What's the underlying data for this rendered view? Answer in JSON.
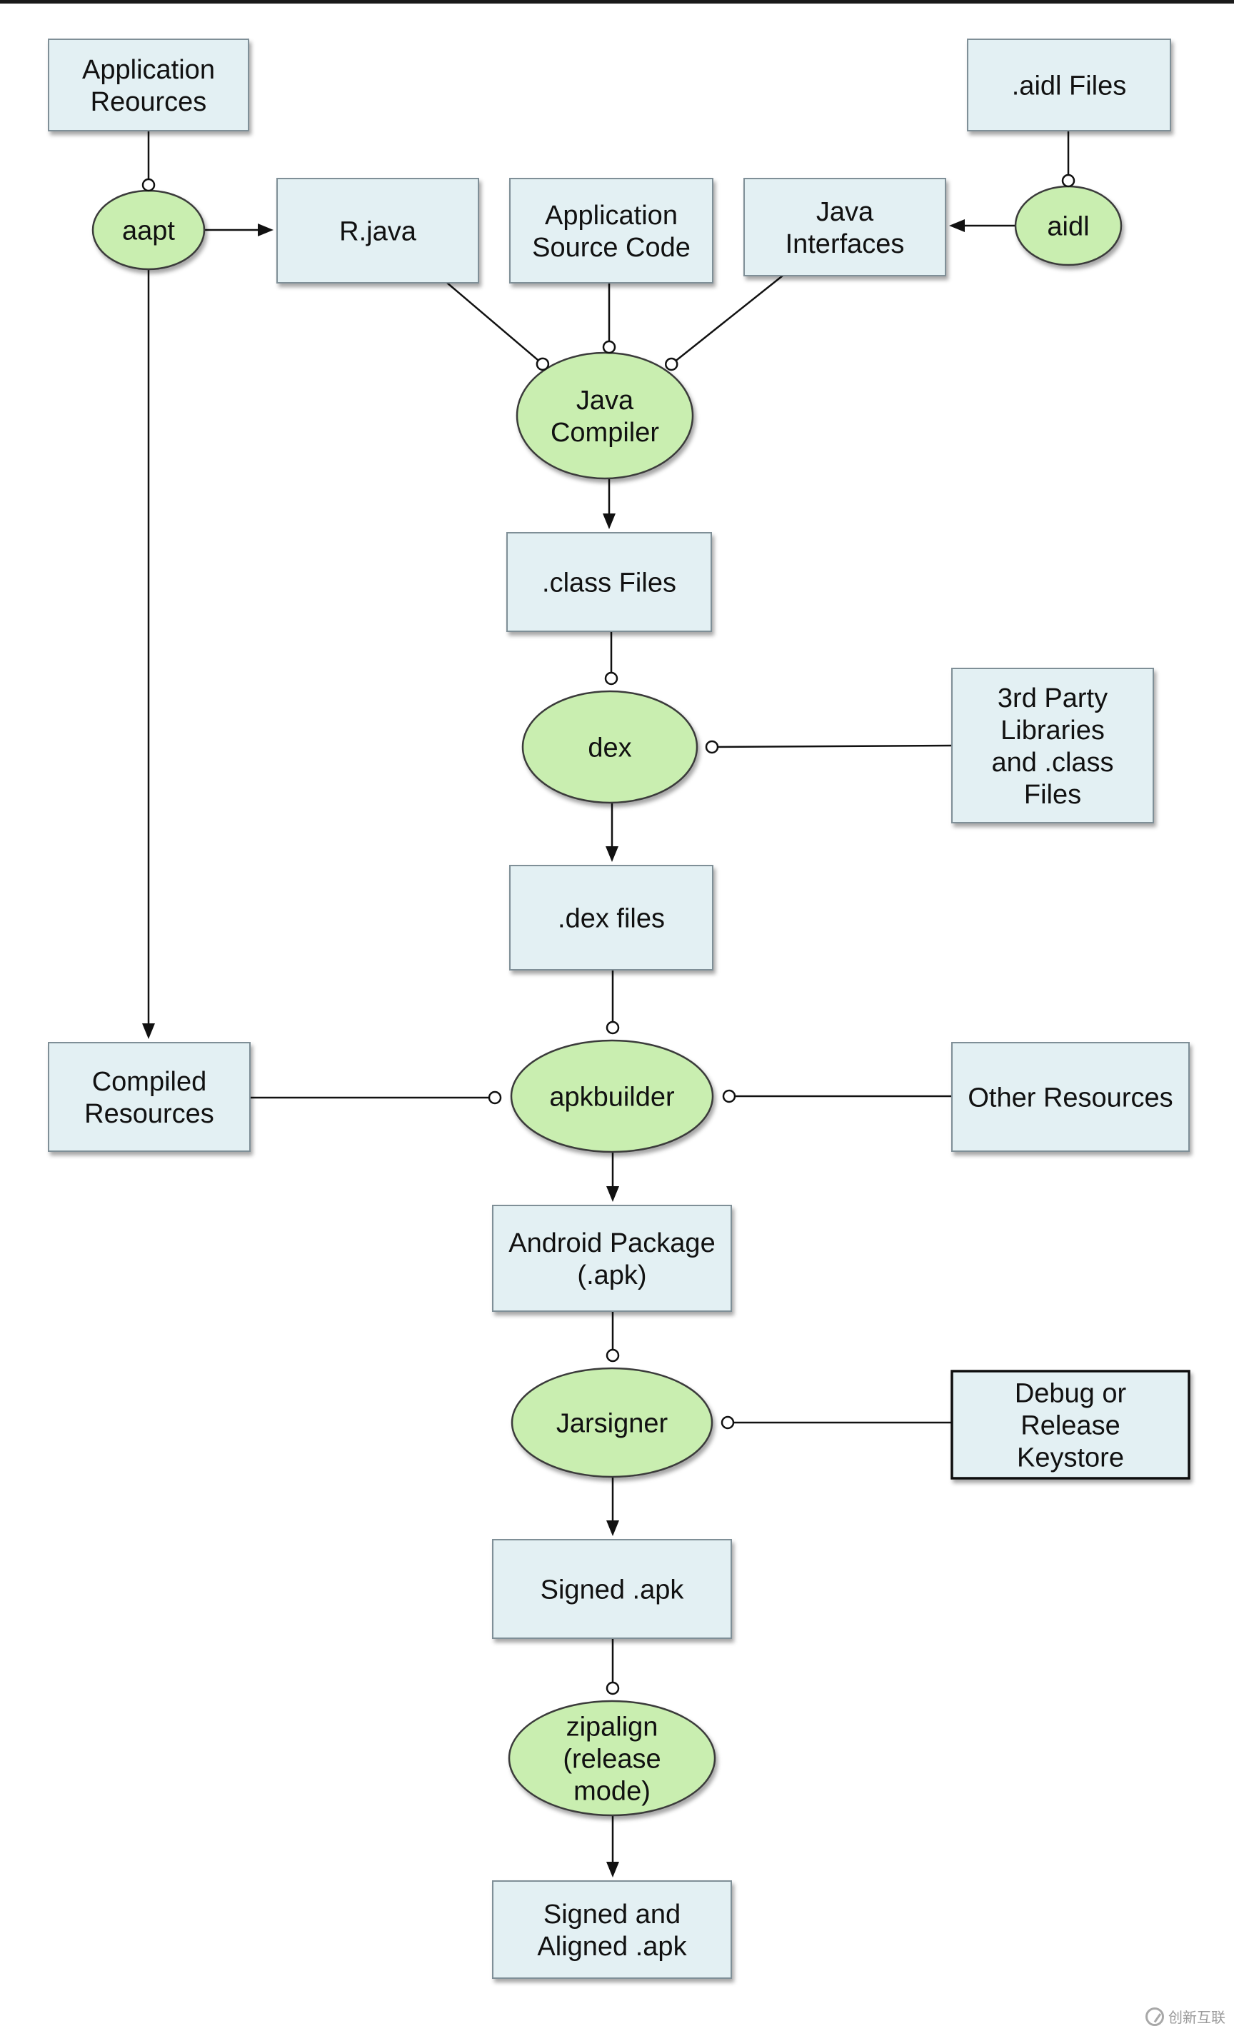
{
  "diagram": {
    "nodes": {
      "app_resources": {
        "lines": [
          "Application",
          "Reources"
        ],
        "shape": "box"
      },
      "aapt": {
        "lines": [
          "aapt"
        ],
        "shape": "ellipse"
      },
      "r_java": {
        "lines": [
          "R.java"
        ],
        "shape": "box"
      },
      "app_source": {
        "lines": [
          "Application",
          "Source Code"
        ],
        "shape": "box"
      },
      "java_interfaces": {
        "lines": [
          "Java",
          "Interfaces"
        ],
        "shape": "box"
      },
      "aidl": {
        "lines": [
          "aidl"
        ],
        "shape": "ellipse"
      },
      "aidl_files": {
        "lines": [
          ".aidl Files"
        ],
        "shape": "box"
      },
      "java_compiler": {
        "lines": [
          "Java",
          "Compiler"
        ],
        "shape": "ellipse"
      },
      "class_files": {
        "lines": [
          ".class Files"
        ],
        "shape": "box"
      },
      "dex": {
        "lines": [
          "dex"
        ],
        "shape": "ellipse"
      },
      "third_party": {
        "lines": [
          "3rd Party",
          "Libraries",
          "and .class",
          "Files"
        ],
        "shape": "box"
      },
      "dex_files": {
        "lines": [
          ".dex files"
        ],
        "shape": "box"
      },
      "compiled_resources": {
        "lines": [
          "Compiled",
          "Resources"
        ],
        "shape": "box"
      },
      "apkbuilder": {
        "lines": [
          "apkbuilder"
        ],
        "shape": "ellipse"
      },
      "other_resources": {
        "lines": [
          "Other Resources"
        ],
        "shape": "box"
      },
      "android_package": {
        "lines": [
          "Android Package",
          "(.apk)"
        ],
        "shape": "box"
      },
      "jarsigner": {
        "lines": [
          "Jarsigner"
        ],
        "shape": "ellipse"
      },
      "keystore": {
        "lines": [
          "Debug or",
          "Release",
          "Keystore"
        ],
        "shape": "box-dark"
      },
      "signed_apk": {
        "lines": [
          "Signed .apk"
        ],
        "shape": "box"
      },
      "zipalign": {
        "lines": [
          "zipalign",
          "(release",
          "mode)"
        ],
        "shape": "ellipse"
      },
      "signed_aligned": {
        "lines": [
          "Signed and",
          "Aligned .apk"
        ],
        "shape": "box"
      }
    },
    "edges": [
      {
        "from": "app_resources",
        "to": "aapt",
        "style": "circle"
      },
      {
        "from": "aapt",
        "to": "r_java",
        "style": "arrow"
      },
      {
        "from": "aapt",
        "to": "compiled_resources",
        "style": "arrow"
      },
      {
        "from": "aidl_files",
        "to": "aidl",
        "style": "circle"
      },
      {
        "from": "aidl",
        "to": "java_interfaces",
        "style": "arrow"
      },
      {
        "from": "r_java",
        "to": "java_compiler",
        "style": "circle"
      },
      {
        "from": "app_source",
        "to": "java_compiler",
        "style": "circle"
      },
      {
        "from": "java_interfaces",
        "to": "java_compiler",
        "style": "circle"
      },
      {
        "from": "java_compiler",
        "to": "class_files",
        "style": "arrow"
      },
      {
        "from": "class_files",
        "to": "dex",
        "style": "circle"
      },
      {
        "from": "third_party",
        "to": "dex",
        "style": "circle"
      },
      {
        "from": "dex",
        "to": "dex_files",
        "style": "arrow"
      },
      {
        "from": "dex_files",
        "to": "apkbuilder",
        "style": "circle"
      },
      {
        "from": "compiled_resources",
        "to": "apkbuilder",
        "style": "circle"
      },
      {
        "from": "other_resources",
        "to": "apkbuilder",
        "style": "circle"
      },
      {
        "from": "apkbuilder",
        "to": "android_package",
        "style": "arrow"
      },
      {
        "from": "android_package",
        "to": "jarsigner",
        "style": "circle"
      },
      {
        "from": "keystore",
        "to": "jarsigner",
        "style": "circle"
      },
      {
        "from": "jarsigner",
        "to": "signed_apk",
        "style": "arrow"
      },
      {
        "from": "signed_apk",
        "to": "zipalign",
        "style": "circle"
      },
      {
        "from": "zipalign",
        "to": "signed_aligned",
        "style": "arrow"
      }
    ]
  },
  "watermark": {
    "text": "创新互联"
  }
}
